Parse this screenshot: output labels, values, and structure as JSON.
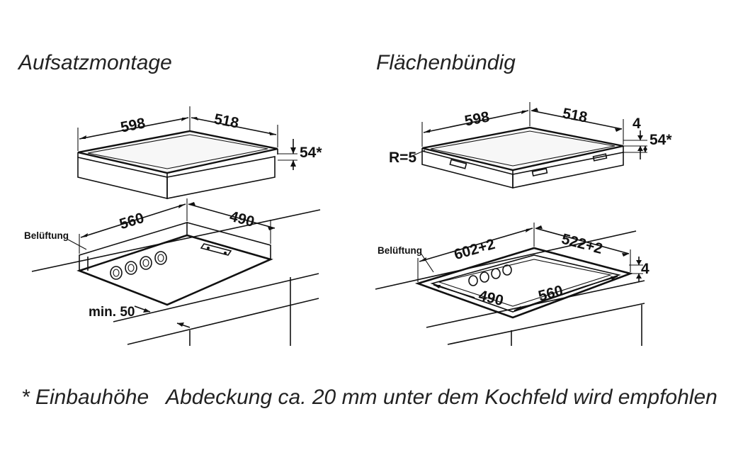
{
  "left": {
    "title": "Aufsatzmontage",
    "hob": {
      "width": "598",
      "depth": "518",
      "height": "54*"
    },
    "cutout": {
      "width": "560",
      "depth": "490",
      "vent_label": "Belüftung",
      "min_label": "min. 50"
    }
  },
  "right": {
    "title": "Flächenbündig",
    "hob": {
      "width": "598",
      "depth": "518",
      "edge": "4",
      "height": "54*",
      "radius": "R=5"
    },
    "cutout": {
      "outer_width": "602+2",
      "outer_depth": "522+2",
      "inner_width": "560",
      "inner_depth": "490",
      "step": "4",
      "vent_label": "Belüftung"
    }
  },
  "footnote": "* Einbauhöhe   Abdeckung ca. 20 mm unter dem Kochfeld wird empfohlen"
}
